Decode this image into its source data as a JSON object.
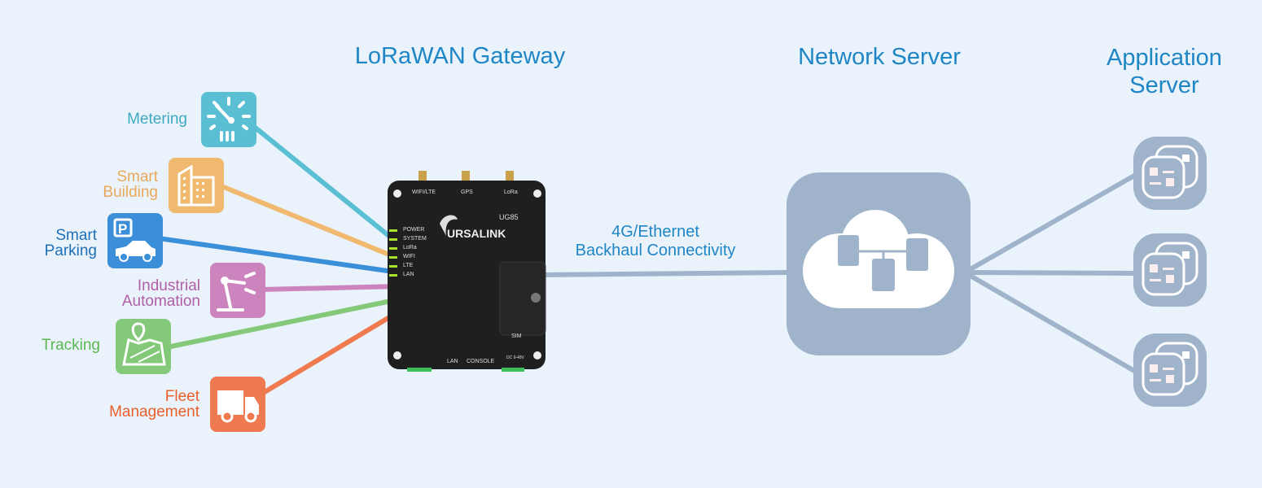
{
  "headers": {
    "gateway": "LoRaWAN Gateway",
    "network_server": "Network Server",
    "application_server_line1": "Application",
    "application_server_line2": "Server"
  },
  "backhaul": {
    "line1": "4G/Ethernet",
    "line2": "Backhaul Connectivity"
  },
  "applications": [
    {
      "line1": "Metering",
      "line2": "",
      "icon": "meter-gauge-icon",
      "color": "#5bbfd3"
    },
    {
      "line1": "Smart",
      "line2": "Building",
      "icon": "building-icon",
      "color": "#f0b96f"
    },
    {
      "line1": "Smart",
      "line2": "Parking",
      "icon": "parking-car-icon",
      "color": "#3a8fd8"
    },
    {
      "line1": "Industrial",
      "line2": "Automation",
      "icon": "robot-arm-icon",
      "color": "#cc84be"
    },
    {
      "line1": "Tracking",
      "line2": "",
      "icon": "map-pin-icon",
      "color": "#84c97a"
    },
    {
      "line1": "Fleet",
      "line2": "Management",
      "icon": "truck-icon",
      "color": "#ef7a4f"
    }
  ],
  "device": {
    "brand": "URSALINK",
    "model": "UG85",
    "antennas": [
      "WIFI/LTE",
      "GPS",
      "LoRa"
    ],
    "leds": [
      "POWER",
      "SYSTEM",
      "LoRa",
      "WIFI",
      "LTE",
      "LAN"
    ],
    "ports": [
      "LAN",
      "CONSOLE"
    ],
    "sim": "SIM",
    "power": "DC 9-48V"
  },
  "colors": {
    "heading": "#1f86c6",
    "server": "#9fb4cb",
    "background": "#eaf3fb"
  }
}
